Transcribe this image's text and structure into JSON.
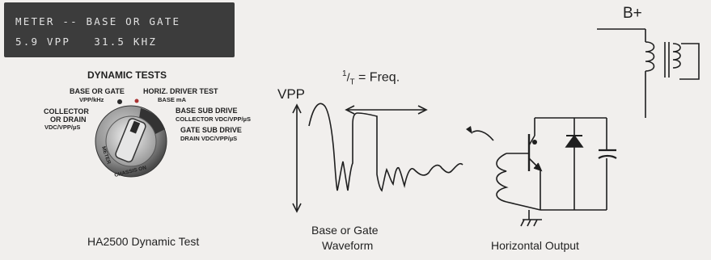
{
  "lcd": {
    "line1": "METER -- BASE OR GATE",
    "line2": "5.9 VPP   31.5 KHZ"
  },
  "knob": {
    "title": "DYNAMIC TESTS",
    "base_or_gate": "BASE OR GATE",
    "base_or_gate_units": "VPP/kHz",
    "horiz_driver": "HORIZ. DRIVER TEST",
    "horiz_driver_units": "BASE mA",
    "collector": "COLLECTOR",
    "or_drain": "OR DRAIN",
    "collector_units": "VDC/VPP/µS",
    "base_sub_drive": "BASE SUB DRIVE",
    "base_sub_units": "COLLECTOR VDC/VPP/µS",
    "gate_sub_drive": "GATE SUB DRIVE",
    "gate_sub_units": "DRAIN VDC/VPP/µS",
    "meter_ring": "METER",
    "chassis_ring": "CHASSIS ON"
  },
  "waveform": {
    "vpp_label": "VPP",
    "freq_label": "= Freq.",
    "freq_fraction_num": "1",
    "freq_fraction_den": "T"
  },
  "circuit": {
    "supply_label": "B+"
  },
  "captions": {
    "left": "HA2500 Dynamic Test",
    "middle_line1": "Base or Gate",
    "middle_line2": "Waveform",
    "right": "Horizontal Output"
  },
  "colors": {
    "lcd_bg": "#3c3c3c",
    "lcd_text": "#e2e2e2",
    "background": "#f1efed",
    "line": "#1f1f1f"
  }
}
